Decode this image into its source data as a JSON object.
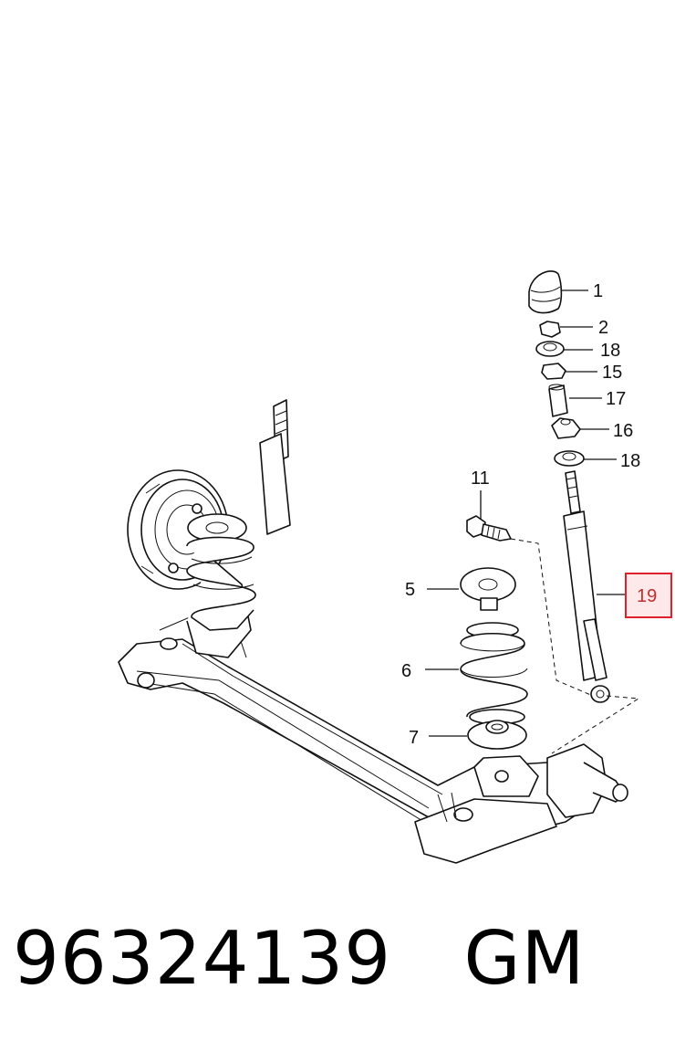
{
  "callouts": {
    "c1": "1",
    "c2": "2",
    "c18a": "18",
    "c15": "15",
    "c17": "17",
    "c16": "16",
    "c18b": "18",
    "c11": "11",
    "c19": "19",
    "c5": "5",
    "c6": "6",
    "c7": "7"
  },
  "highlight": {
    "callout": "19",
    "border_color": "#e0202a",
    "fill_color": "#fde8ea"
  },
  "footer": {
    "part_number": "96324139",
    "brand": "GM"
  }
}
